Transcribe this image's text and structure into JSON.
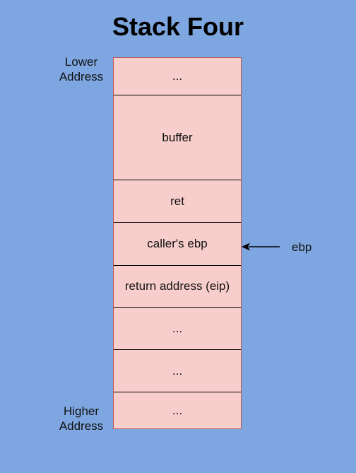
{
  "title": "Stack Four",
  "lower_label": [
    "Lower",
    "Address"
  ],
  "higher_label": [
    "Higher",
    "Address"
  ],
  "cells": [
    "...",
    "buffer",
    "ret",
    "caller's ebp",
    "return address (eip)",
    "...",
    "...",
    "..."
  ],
  "pointer": {
    "label": "ebp",
    "target": "caller's ebp"
  },
  "colors": {
    "background": "#7ea6e0",
    "cell_fill": "#f8cecc",
    "cell_border": "#b85450"
  }
}
